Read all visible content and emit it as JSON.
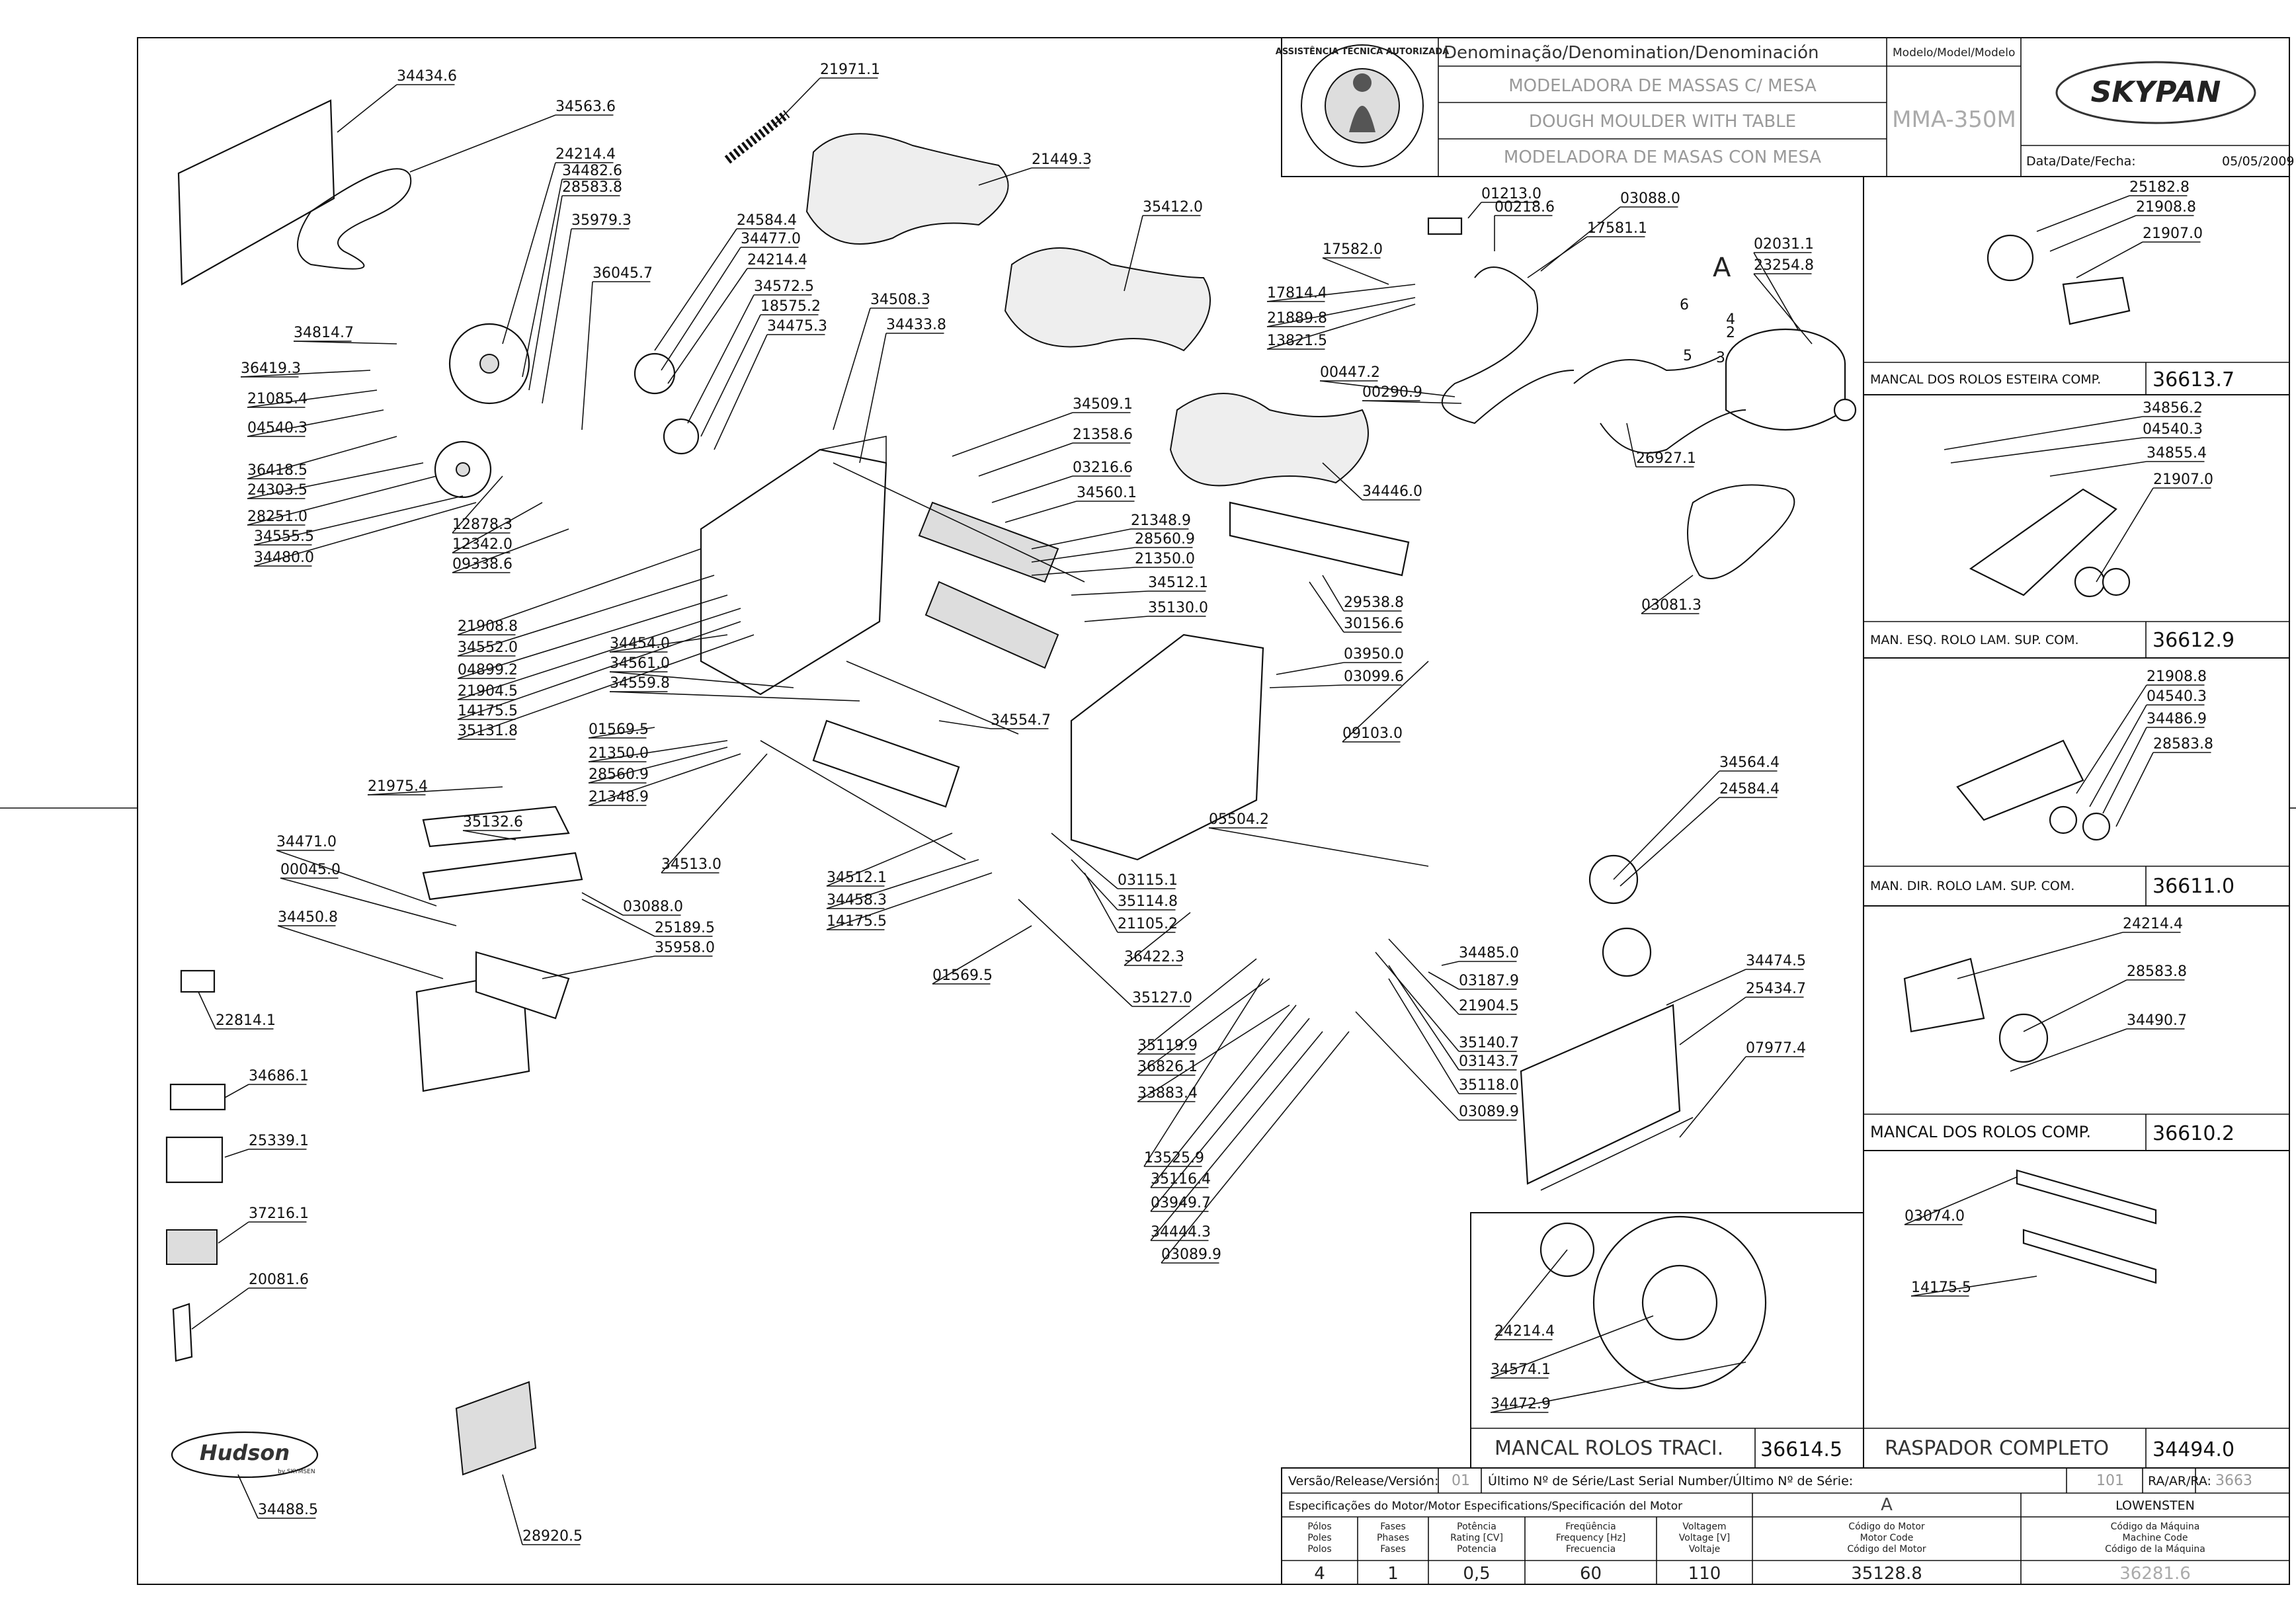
{
  "title_block": {
    "denomination_header": "Denominação/Denomination/Denominación",
    "model_header": "Modelo/Model/Modelo",
    "name_pt": "MODELADORA DE MASSAS C/ MESA",
    "name_en": "DOUGH MOULDER WITH TABLE",
    "name_es": "MODELADORA DE MASAS CON MESA",
    "model": "MMA-350M",
    "brand": "SKYPAN",
    "date_label": "Data/Date/Fecha:",
    "date": "05/05/2009",
    "seal_text": "ASSISTÊNCIA TÉCNICA AUTORIZADA"
  },
  "bottom_table": {
    "version_label": "Versão/Release/Versión:",
    "version": "01",
    "serial_label": "Último Nº de Série/Last Serial Number/Último Nº de Série:",
    "serial": "101",
    "ra_label": "RA/AR/RA:",
    "ra": "3663",
    "motor_spec_label": "Especificações do Motor/Motor Especifications/Specificación del Motor",
    "motor_letter": "A",
    "motor_maker": "LOWENSTEN",
    "headers": [
      "Pólos\nPoles\nPolos",
      "Fases\nPhases\nFases",
      "Potência\nRating [CV]\nPotencia",
      "Freqüência\nFrequency [Hz]\nFrecuencia",
      "Voltagem\nVoltage [V]\nVoltaje",
      "Código do Motor\nMotor Code\nCódigo del Motor",
      "Código da Máquina\nMachine Code\nCódigo de la Máquina"
    ],
    "values": [
      "4",
      "1",
      "0,5",
      "60",
      "110",
      "35128.8",
      "36281.6"
    ]
  },
  "sub_assemblies": [
    {
      "title": "MANCAL DOS ROLOS ESTEIRA COMP.",
      "code": "36613.7"
    },
    {
      "title": "MAN. ESQ. ROLO LAM. SUP. COM.",
      "code": "36612.9"
    },
    {
      "title": "MAN. DIR. ROLO LAM. SUP. COM.",
      "code": "36611.0"
    },
    {
      "title": "MANCAL DOS ROLOS COMP.",
      "code": "36610.2"
    },
    {
      "title": "MANCAL ROLOS TRACI.",
      "code": "36614.5"
    },
    {
      "title": "RASPADOR COMPLETO",
      "code": "34494.0"
    }
  ],
  "logo_text": "Hudson",
  "logo_sub": "by SKYMSEN",
  "motor_callout": "A",
  "wire_numbers": [
    "6",
    "4",
    "2",
    "5",
    "3"
  ],
  "parts": [
    "34434.6",
    "34563.6",
    "21971.1",
    "21449.3",
    "24214.4",
    "34482.6",
    "28583.8",
    "35979.3",
    "24584.4",
    "34477.0",
    "24214.4",
    "34572.5",
    "18575.2",
    "34475.3",
    "34508.3",
    "34433.8",
    "35412.0",
    "36045.7",
    "34814.7",
    "36419.3",
    "21085.4",
    "04540.3",
    "36418.5",
    "24303.5",
    "28251.0",
    "34555.5",
    "34480.0",
    "12878.3",
    "12342.0",
    "09338.6",
    "34509.1",
    "21358.6",
    "03216.6",
    "34560.1",
    "21348.9",
    "28560.9",
    "21350.0",
    "34512.1",
    "35130.0",
    "21908.8",
    "34552.0",
    "04899.2",
    "21904.5",
    "14175.5",
    "35131.8",
    "34454.0",
    "34561.0",
    "34559.8",
    "01569.5",
    "21350.0",
    "28560.9",
    "21348.9",
    "34554.7",
    "21975.4",
    "35132.6",
    "34471.0",
    "00045.0",
    "34450.8",
    "03088.0",
    "25189.5",
    "35958.0",
    "34513.0",
    "34512.1",
    "34458.3",
    "14175.5",
    "01569.5",
    "03115.1",
    "35114.8",
    "21105.2",
    "36422.3",
    "35127.0",
    "05504.2",
    "09103.0",
    "01213.0",
    "00218.6",
    "03088.0",
    "17581.1",
    "17582.0",
    "17814.4",
    "21889.8",
    "13821.5",
    "00447.2",
    "00290.9",
    "02031.1",
    "23254.8",
    "26927.1",
    "34446.0",
    "03081.3",
    "29538.8",
    "30156.6",
    "03950.0",
    "03099.6",
    "34564.4",
    "24584.4",
    "34485.0",
    "03187.9",
    "21904.5",
    "35140.7",
    "03143.7",
    "35118.0",
    "03089.9",
    "35119.9",
    "36826.1",
    "33883.4",
    "13525.9",
    "35116.4",
    "03949.7",
    "34444.3",
    "03089.9",
    "34474.5",
    "25434.7",
    "07977.4",
    "22814.1",
    "34686.1",
    "25339.1",
    "37216.1",
    "20081.6",
    "34488.5",
    "28920.5",
    "25182.8",
    "21908.8",
    "21907.0",
    "34856.2",
    "04540.3",
    "34855.4",
    "21907.0",
    "21908.8",
    "04540.3",
    "34486.9",
    "28583.8",
    "24214.4",
    "28583.8",
    "34490.7",
    "24214.4",
    "34574.1",
    "34472.9",
    "03074.0",
    "14175.5"
  ]
}
